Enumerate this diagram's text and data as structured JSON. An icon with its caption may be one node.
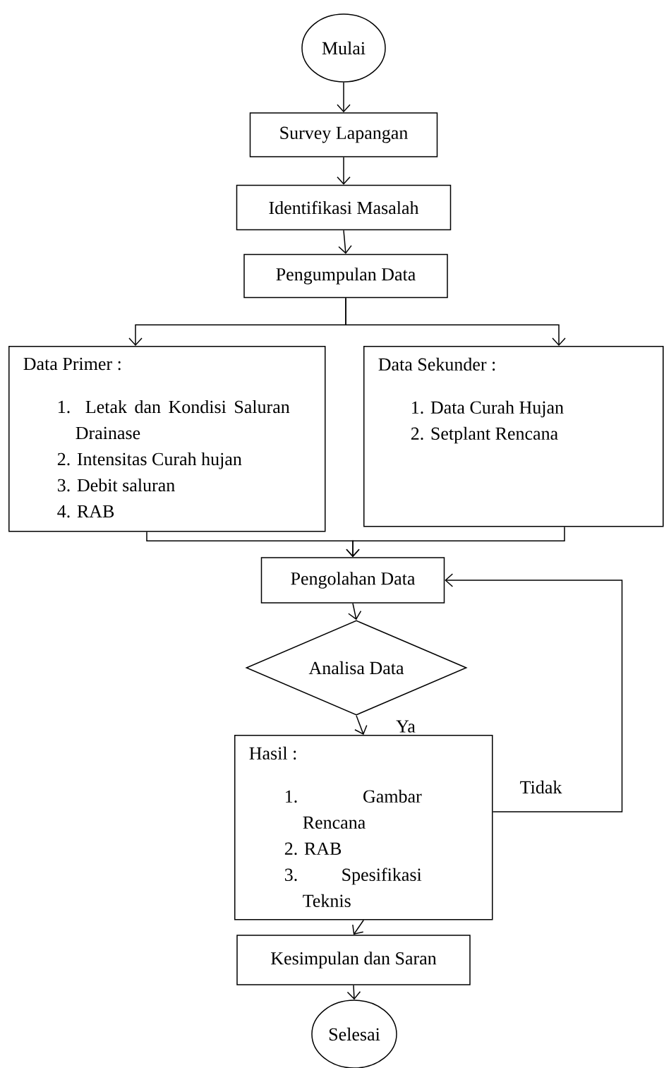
{
  "diagram": {
    "nodes": [
      {
        "text": [
          "Mulai"
        ]
      },
      {
        "text": [
          "Survey Lapangan"
        ]
      },
      {
        "text": [
          "Identifikasi Masalah"
        ]
      },
      {
        "text": [
          "Pengumpulan Data"
        ]
      },
      {
        "text": [
          "Data Primer :",
          "1. Letak dan Kondisi Saluran Drainase",
          "2. Intensitas Curah hujan",
          "3. Debit saluran",
          "4. RAB"
        ]
      },
      {
        "text": [
          "Data Sekunder :",
          "1. Data Curah Hujan",
          "2. Setplant Rencana"
        ]
      },
      {
        "text": [
          "Pengolahan Data"
        ]
      },
      {
        "text": [
          "Analisa Data"
        ]
      },
      {
        "text": [
          "Hasil :",
          "1. Gambar Rencana",
          "2. RAB",
          "3. Spesifikasi Teknis"
        ]
      },
      {
        "text": [
          "Kesimpulan dan Saran"
        ]
      },
      {
        "text": [
          "Selesai"
        ]
      }
    ],
    "edges": [
      {
        "from": 0,
        "to": 1,
        "arrow": "to"
      },
      {
        "from": 1,
        "to": 2,
        "arrow": "to"
      },
      {
        "from": 2,
        "to": 3,
        "arrow": "to"
      },
      {
        "from": 3,
        "to": 4,
        "arrow": "to"
      },
      {
        "from": 3,
        "to": 5,
        "arrow": "to"
      },
      {
        "from": 4,
        "to": 6,
        "arrow": "to"
      },
      {
        "from": 5,
        "to": 6,
        "arrow": "to"
      },
      {
        "from": 6,
        "to": 7,
        "arrow": "to"
      },
      {
        "from": 7,
        "to": 8,
        "arrow": "to",
        "label": "Ya"
      },
      {
        "from": 8,
        "to": 6,
        "arrow": "to",
        "label": "Tidak"
      },
      {
        "from": 8,
        "to": 9,
        "arrow": "to"
      },
      {
        "from": 9,
        "to": 10,
        "arrow": "to"
      }
    ]
  }
}
